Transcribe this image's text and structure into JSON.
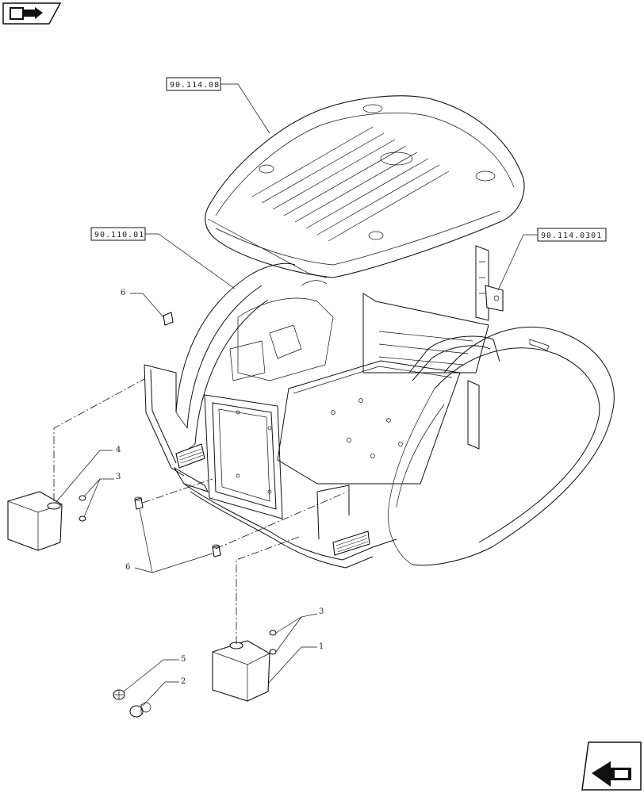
{
  "references": {
    "roof": "90.114.08",
    "cab_frame": "90.110.01",
    "bracket": "90.114.0301"
  },
  "callouts": {
    "c1": "1",
    "c2": "2",
    "c3a": "3",
    "c3b": "3",
    "c4": "4",
    "c5": "5",
    "c6a": "6",
    "c6b": "6"
  },
  "icons": {
    "top_left": "next-page-arrow-icon",
    "bottom_right": "previous-page-arrow-icon"
  }
}
